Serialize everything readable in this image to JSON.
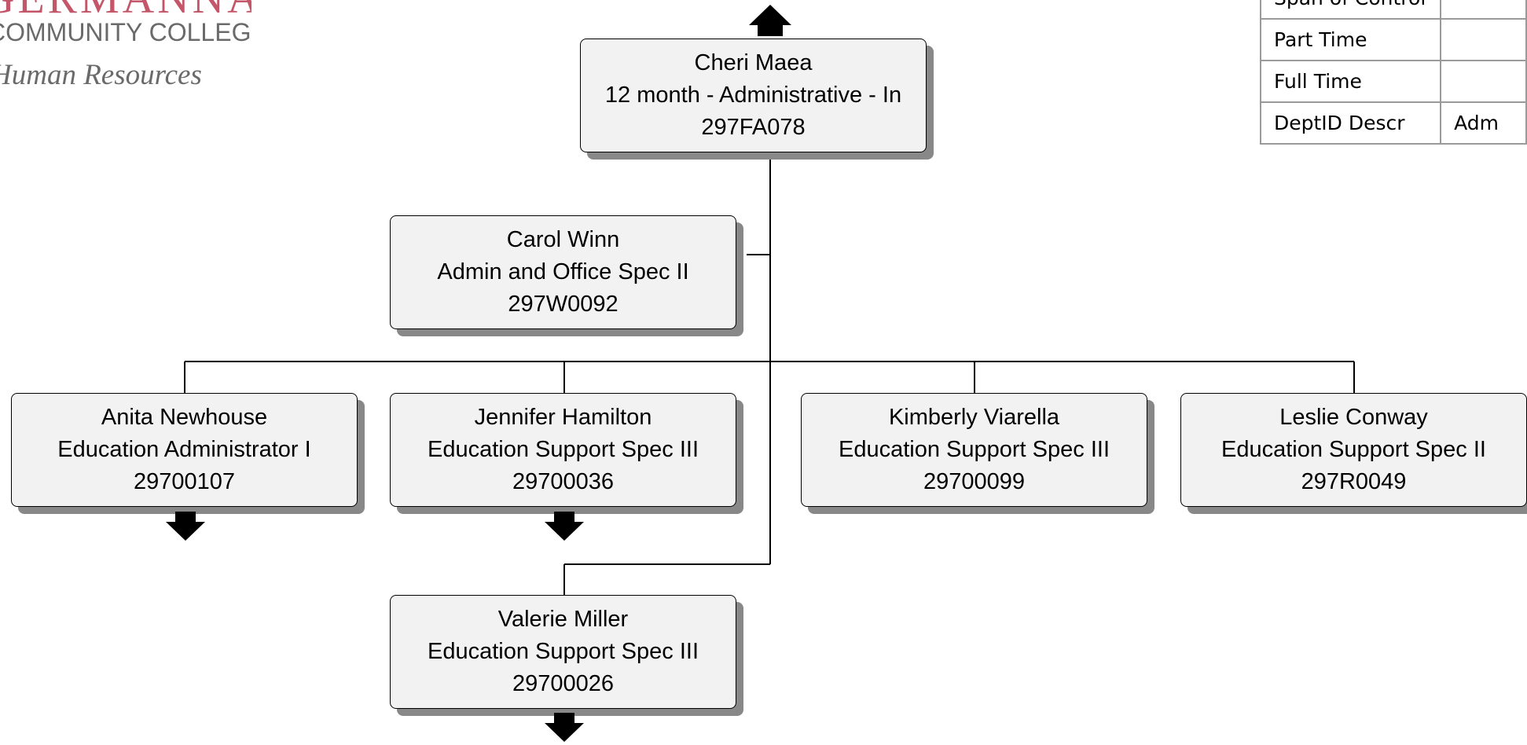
{
  "logo": {
    "brand_text": "GERMANNA",
    "college_text": "COMMUNITY COLLEGE",
    "department_text": "Human Resources"
  },
  "summary_table": [
    {
      "label": "Span of Control",
      "value": ""
    },
    {
      "label": "Part Time",
      "value": ""
    },
    {
      "label": "Full Time",
      "value": ""
    },
    {
      "label": "DeptID Descr",
      "value": "Adm"
    }
  ],
  "org_chart": {
    "root": {
      "name": "Cheri Maea",
      "title": "12 month - Administrative - In",
      "id": "297FA078",
      "has_superior": true
    },
    "assistant": {
      "name": "Carol Winn",
      "title": "Admin and Office Spec II",
      "id": "297W0092"
    },
    "reports": [
      {
        "name": "Anita Newhouse",
        "title": "Education Administrator I",
        "id": "29700107",
        "has_reports": true
      },
      {
        "name": "Jennifer Hamilton",
        "title": "Education Support Spec III",
        "id": "29700036",
        "has_reports": true
      },
      {
        "name": "Kimberly Viarella",
        "title": "Education Support Spec III",
        "id": "29700099",
        "has_reports": false
      },
      {
        "name": "Leslie Conway",
        "title": "Education Support Spec II",
        "id": "297R0049",
        "has_reports": false
      },
      {
        "name": "Valerie Miller",
        "title": "Education Support Spec III",
        "id": "29700026",
        "has_reports": true
      }
    ]
  },
  "colors": {
    "box_fill": "#f2f2f2",
    "box_shadow": "#888888",
    "logo_accent": "#c4566a",
    "logo_gray": "#6a6a6a",
    "table_border": "#9a9a9a"
  },
  "icons": {
    "up_arrow": "arrow-up-icon",
    "down_arrow": "arrow-down-icon"
  }
}
